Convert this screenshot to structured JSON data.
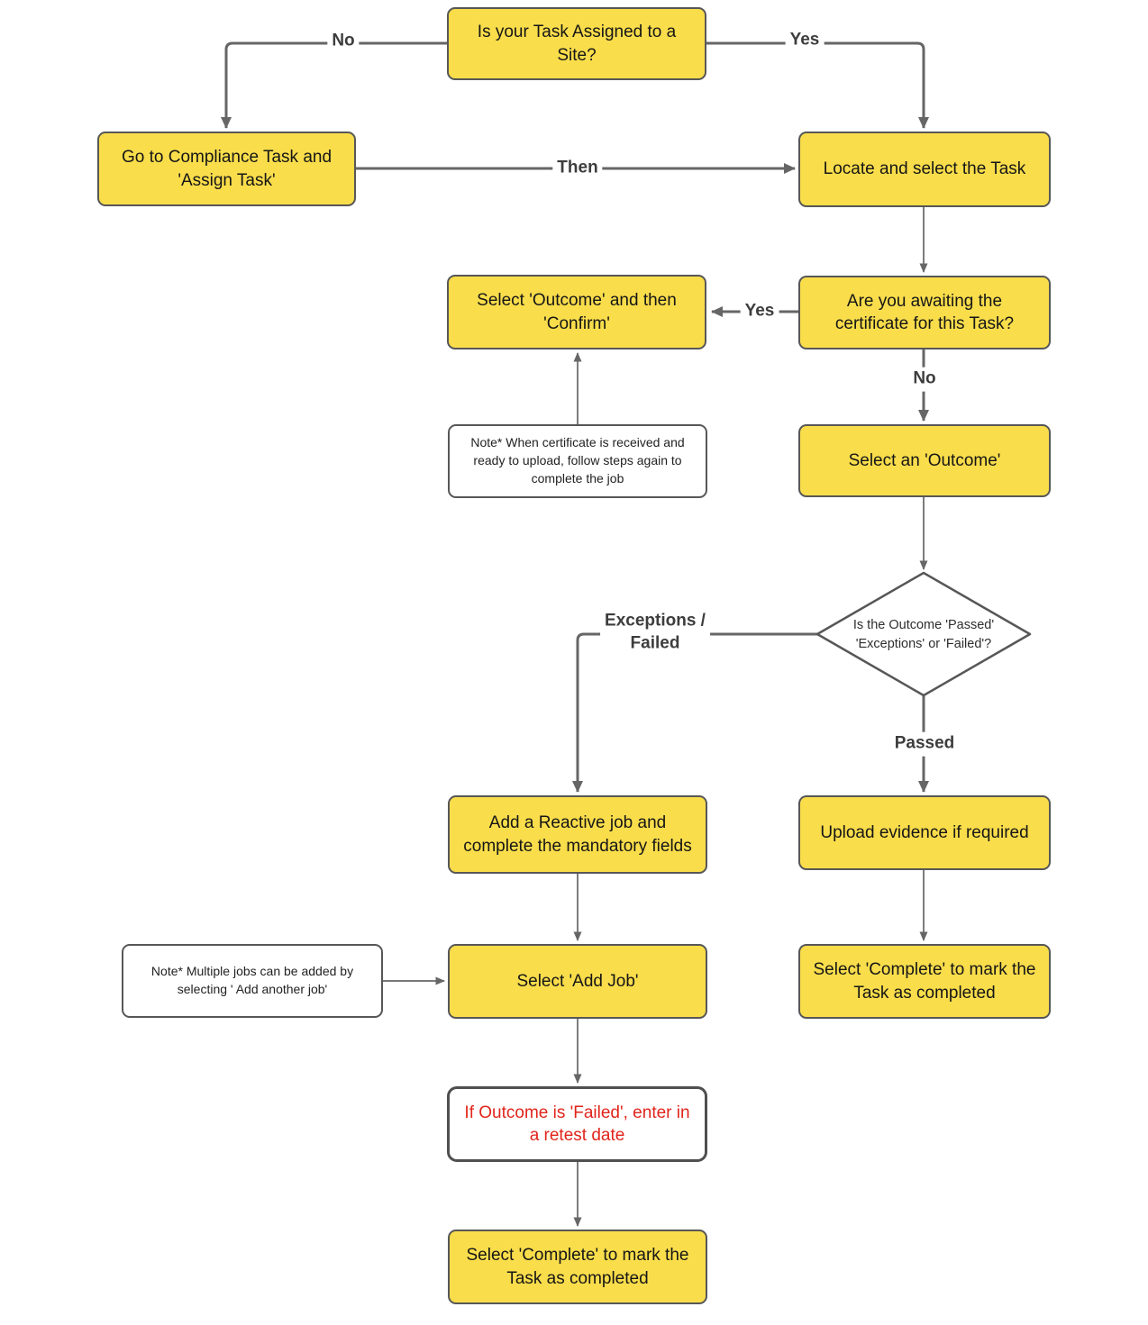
{
  "diagram": {
    "type": "flowchart",
    "colors": {
      "process_fill": "#F9DD4B",
      "shape_border": "#575757",
      "note_fill": "#FFFFFF",
      "connector": "#666666",
      "edge_label_text": "#3D3D3D",
      "body_text": "#161616",
      "warning_text": "#E1251B"
    },
    "nodes": {
      "q_site": "Is your Task Assigned to a Site?",
      "assign_task": "Go to Compliance Task and 'Assign Task'",
      "locate_task": "Locate and select the Task",
      "outcome_confirm": "Select 'Outcome' and then 'Confirm'",
      "q_certificate": "Are you awaiting the certificate for this Task?",
      "note_certificate": "Note* When certificate is received and ready to upload, follow steps again to complete the job",
      "select_outcome": "Select an 'Outcome'",
      "q_outcome": "Is the Outcome 'Passed' 'Exceptions' or 'Failed'?",
      "add_reactive": "Add a Reactive job and complete the mandatory fields",
      "upload_evidence": "Upload evidence if required",
      "complete_right": "Select 'Complete' to mark the Task as completed",
      "note_jobs": "Note* Multiple jobs can be added by selecting ' Add another job'",
      "add_job": "Select 'Add Job'",
      "retest": "If Outcome is 'Failed', enter in a retest date",
      "complete_bottom": "Select 'Complete' to mark the Task as completed"
    },
    "edge_labels": {
      "no": "No",
      "yes": "Yes",
      "then": "Then",
      "yes_certificate": "Yes",
      "no_certificate": "No",
      "exceptions_failed": "Exceptions /\nFailed",
      "passed": "Passed"
    }
  }
}
